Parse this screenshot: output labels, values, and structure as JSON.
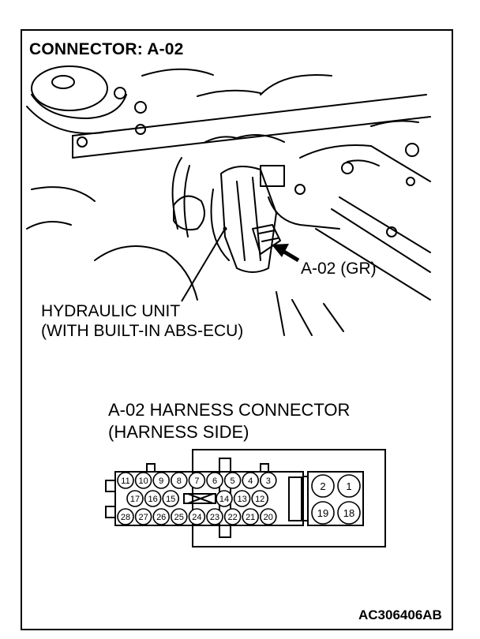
{
  "title": "CONNECTOR: A-02",
  "photo": {
    "connector_callout": "A-02 (GR)",
    "unit_label_line1": "HYDRAULIC UNIT",
    "unit_label_line2": "(WITH BUILT-IN ABS-ECU)"
  },
  "harness_connector": {
    "title_line1": "A-02 HARNESS CONNECTOR",
    "title_line2": "(HARNESS SIDE)",
    "small_pins": {
      "row1": [
        "11",
        "10",
        "9",
        "8",
        "7",
        "6",
        "5",
        "4",
        "3"
      ],
      "row2_left": [
        "17",
        "16",
        "15"
      ],
      "row2_right": [
        "14",
        "13",
        "12"
      ],
      "row3": [
        "28",
        "27",
        "26",
        "25",
        "24",
        "23",
        "22",
        "21",
        "20"
      ]
    },
    "large_pins": {
      "top": [
        "2",
        "1"
      ],
      "bottom": [
        "19",
        "18"
      ]
    }
  },
  "figure_code": "AC306406AB"
}
